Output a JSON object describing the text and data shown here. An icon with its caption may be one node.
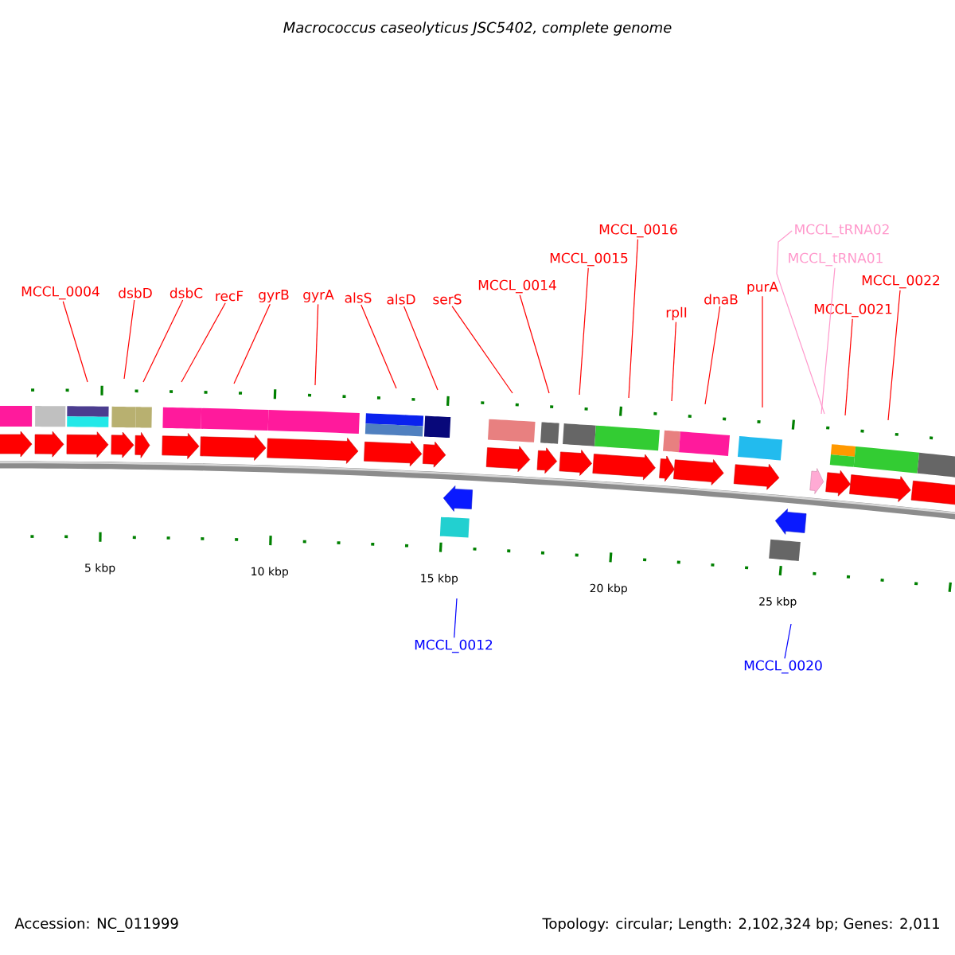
{
  "diagram": {
    "title": "Macrococcus caseolyticus JSC5402, complete genome",
    "nodes": [
      {
        "text": [
          "MCCL_0004"
        ]
      },
      {
        "text": [
          "dsbD"
        ]
      },
      {
        "text": [
          "dsbC"
        ]
      },
      {
        "text": [
          "recF"
        ]
      },
      {
        "text": [
          "gyrB"
        ]
      },
      {
        "text": [
          "gyrA"
        ]
      },
      {
        "text": [
          "alsS"
        ]
      },
      {
        "text": [
          "alsD"
        ]
      },
      {
        "text": [
          "serS"
        ]
      },
      {
        "text": [
          "MCCL_0014"
        ]
      },
      {
        "text": [
          "MCCL_0015"
        ]
      },
      {
        "text": [
          "MCCL_0016"
        ]
      },
      {
        "text": [
          "rplI"
        ]
      },
      {
        "text": [
          "dnaB"
        ]
      },
      {
        "text": [
          "purA"
        ]
      },
      {
        "text": [
          "MCCL_tRNA02"
        ]
      },
      {
        "text": [
          "MCCL_tRNA01"
        ]
      },
      {
        "text": [
          "MCCL_0021"
        ]
      },
      {
        "text": [
          "MCCL_0022"
        ]
      },
      {
        "text": [
          "MCCL_0012"
        ]
      },
      {
        "text": [
          "MCCL_0020"
        ]
      }
    ],
    "edges": [
      {
        "from": 0,
        "to": null,
        "arrow": "none"
      },
      {
        "from": 1,
        "to": null,
        "arrow": "none"
      },
      {
        "from": 2,
        "to": null,
        "arrow": "none"
      },
      {
        "from": 3,
        "to": null,
        "arrow": "none"
      },
      {
        "from": 4,
        "to": null,
        "arrow": "none"
      },
      {
        "from": 5,
        "to": null,
        "arrow": "none"
      },
      {
        "from": 6,
        "to": null,
        "arrow": "none"
      },
      {
        "from": 7,
        "to": null,
        "arrow": "none"
      },
      {
        "from": 8,
        "to": null,
        "arrow": "none"
      },
      {
        "from": 9,
        "to": null,
        "arrow": "none"
      },
      {
        "from": 10,
        "to": null,
        "arrow": "none"
      },
      {
        "from": 11,
        "to": null,
        "arrow": "none"
      },
      {
        "from": 12,
        "to": null,
        "arrow": "none"
      },
      {
        "from": 13,
        "to": null,
        "arrow": "none"
      },
      {
        "from": 14,
        "to": null,
        "arrow": "none"
      },
      {
        "from": 15,
        "to": null,
        "arrow": "none",
        "color": "#ff99cc"
      },
      {
        "from": 16,
        "to": null,
        "arrow": "none",
        "color": "#ff99cc"
      },
      {
        "from": 17,
        "to": null,
        "arrow": "none"
      },
      {
        "from": 18,
        "to": null,
        "arrow": "none"
      },
      {
        "from": 19,
        "to": null,
        "arrow": "none",
        "color": "#0000ff"
      },
      {
        "from": 20,
        "to": null,
        "arrow": "none",
        "color": "#0000ff"
      }
    ],
    "labels": [
      "5 kbp",
      "10 kbp",
      "15 kbp",
      "20 kbp",
      "25 kbp",
      "Accession: NC_011999",
      "Topology: circular; Length: 2,102,324 bp; Genes: 2,011"
    ]
  }
}
